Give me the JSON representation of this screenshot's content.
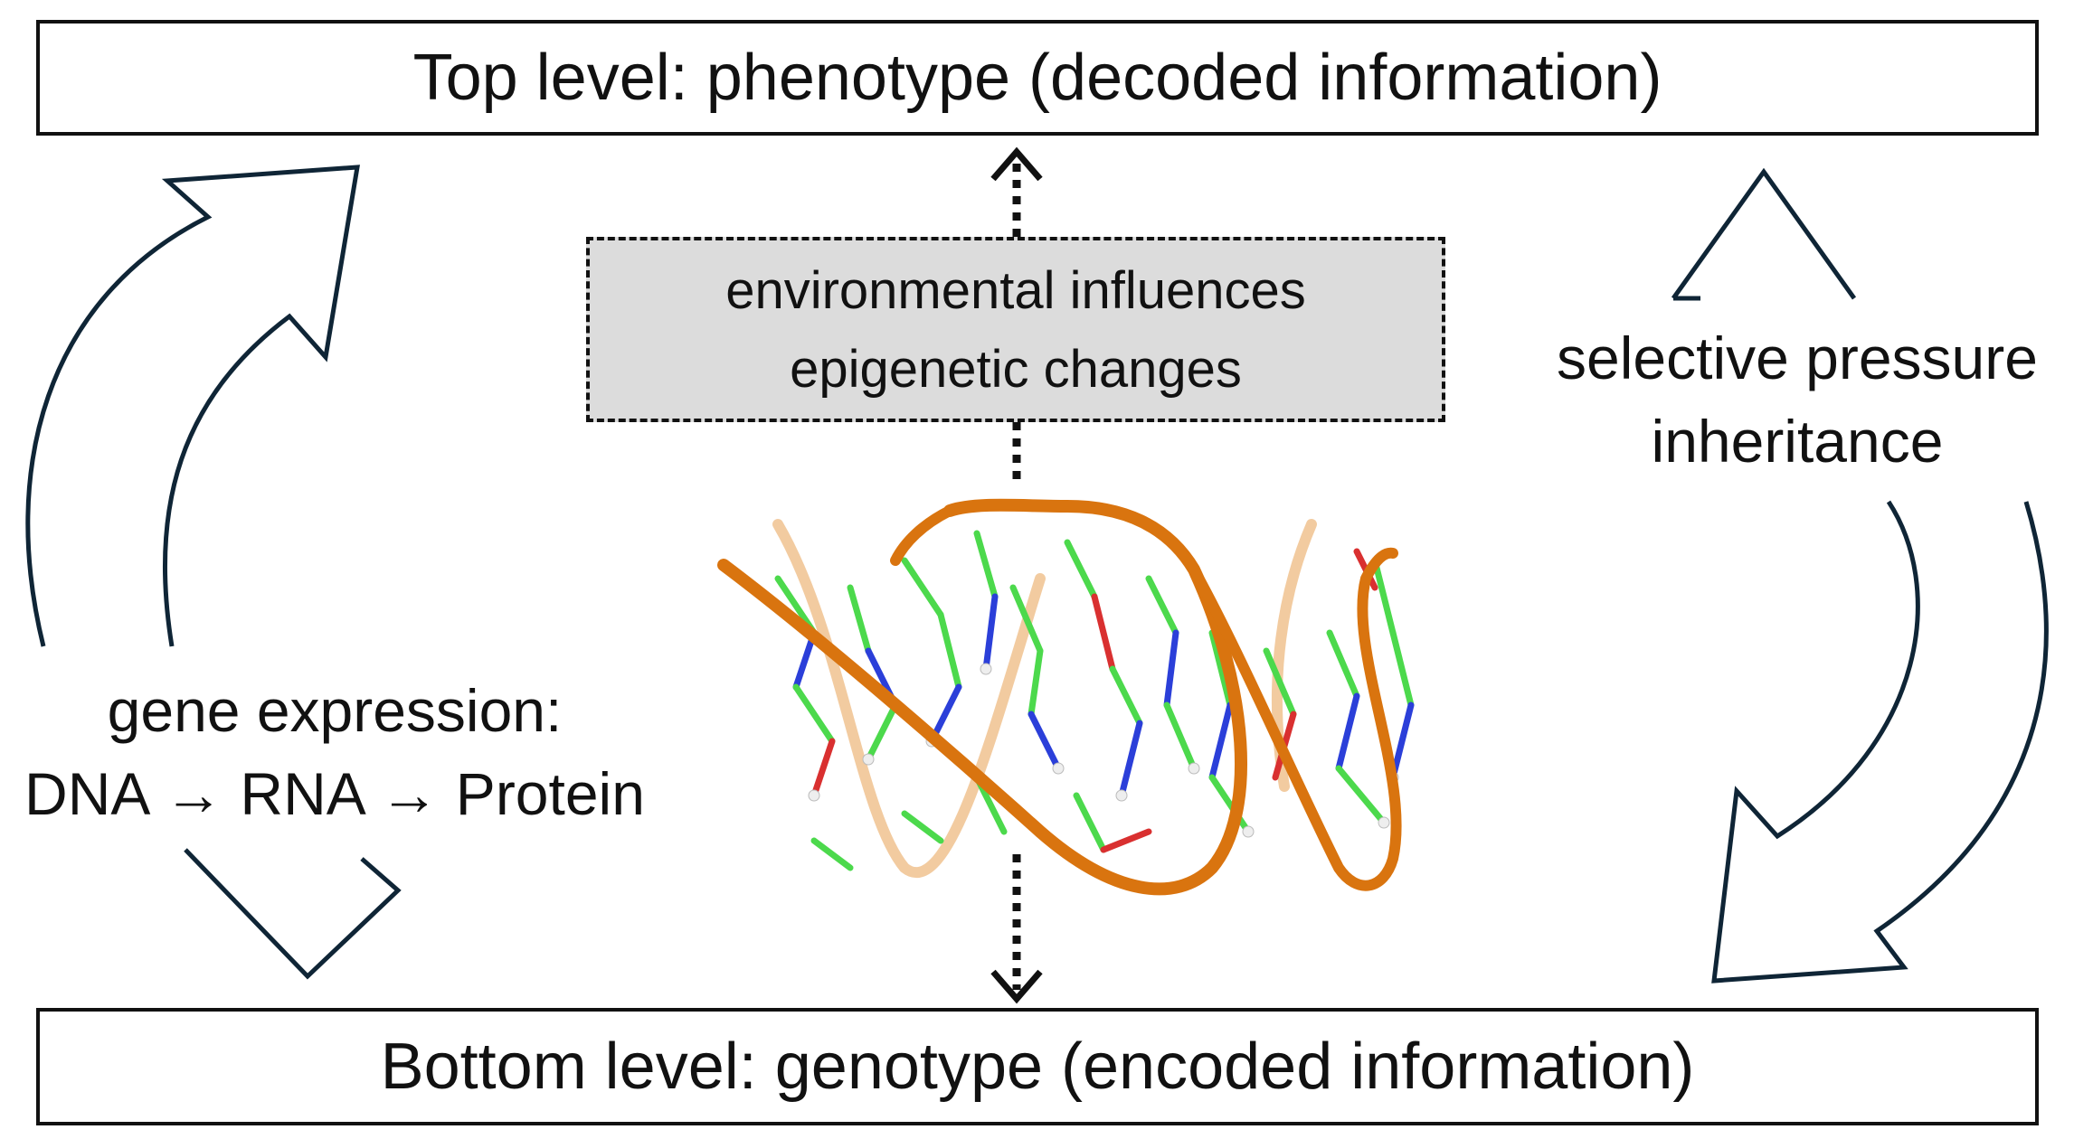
{
  "top_level": {
    "label": "Top level: phenotype (decoded information)"
  },
  "bottom_level": {
    "label": "Bottom level:  genotype (encoded information)"
  },
  "environment_box": {
    "line1": "environmental influences",
    "line2": "epigenetic changes"
  },
  "gene_expression": {
    "line1": "gene expression:",
    "line2": "DNA → RNA → Protein"
  },
  "selection": {
    "line1": "selective pressure",
    "line2": "inheritance"
  },
  "colors": {
    "outline": "#0f2536",
    "env_box_fill": "#dcdcdc",
    "dna_backbone": "#d9740f",
    "carbon": "#4cd94c",
    "nitrogen": "#2b3fd9",
    "oxygen": "#d93030",
    "hydrogen": "#eeeeee"
  }
}
